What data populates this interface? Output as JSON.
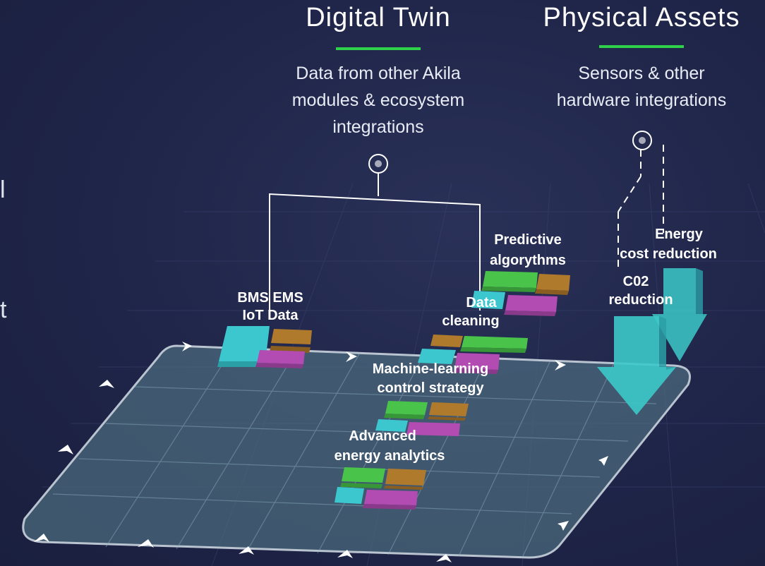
{
  "headers": {
    "digital_twin": {
      "title": "Digital Twin",
      "subtitle_lines": [
        "Data from other Akila",
        "modules & ecosystem",
        "integrations"
      ]
    },
    "physical_assets": {
      "title": "Physical Assets",
      "subtitle_lines": [
        "Sensors & other",
        "hardware integrations"
      ]
    }
  },
  "left_cutoff": [
    "l",
    "t"
  ],
  "labels": {
    "bms": [
      "BMS EMS",
      "IoT Data"
    ],
    "predictive": [
      "Predictive",
      "algorythms"
    ],
    "data_cleaning": [
      "Data",
      "cleaning"
    ],
    "ml": [
      "Machine-learning",
      "control strategy"
    ],
    "analytics": [
      "Advanced",
      "energy analytics"
    ],
    "energy": [
      "Energy",
      "cost reduction"
    ],
    "co2": [
      "C02",
      "reduction"
    ]
  },
  "colors": {
    "background": "#1f2548",
    "accent_green_rule": "#2fd14a",
    "block_cyan": "#3cc7cf",
    "block_brown": "#b07a2c",
    "block_magenta": "#b24bb2",
    "block_green": "#49c34a",
    "platform": "#4b6a7c",
    "arrow_teal": "#3cc9c9"
  },
  "icons": [
    "target-node-icon",
    "chevron-arrow-icon"
  ]
}
